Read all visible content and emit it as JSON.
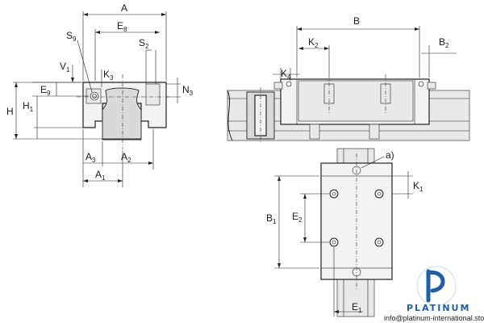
{
  "labels": {
    "front": {
      "A": "A",
      "E8": {
        "main": "E",
        "sub": "8"
      },
      "S9": {
        "main": "S",
        "sub": "9"
      },
      "S2": {
        "main": "S",
        "sub": "2"
      },
      "V1": {
        "main": "V",
        "sub": "1"
      },
      "K3": {
        "main": "K",
        "sub": "3"
      },
      "E9": {
        "main": "E",
        "sub": "9"
      },
      "N3": {
        "main": "N",
        "sub": "3"
      },
      "H": "H",
      "H1": {
        "main": "H",
        "sub": "1"
      },
      "A3": {
        "main": "A",
        "sub": "3"
      },
      "A2": {
        "main": "A",
        "sub": "2"
      },
      "A1": {
        "main": "A",
        "sub": "1"
      }
    },
    "side": {
      "B": "B",
      "K2": {
        "main": "K",
        "sub": "2"
      },
      "B2": {
        "main": "B",
        "sub": "2"
      },
      "K4": {
        "main": "K",
        "sub": "4"
      }
    },
    "top": {
      "a": "a)",
      "K1": {
        "main": "K",
        "sub": "1"
      },
      "B1": {
        "main": "B",
        "sub": "1"
      },
      "E2": {
        "main": "E",
        "sub": "2"
      },
      "E1": {
        "main": "E",
        "sub": "1"
      }
    }
  },
  "branding": {
    "logo_letter": "p",
    "logo_word": "PLATINUM",
    "email": "info@platinum-international.store",
    "brand_color": "#1e5fa6"
  }
}
